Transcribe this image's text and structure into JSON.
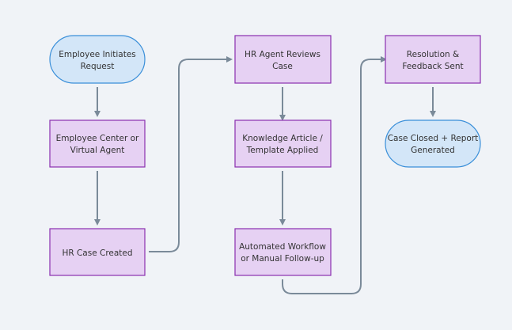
{
  "colors": {
    "background": "#f0f3f7",
    "terminal_fill": "#d3e6f8",
    "terminal_stroke": "#3a8fd9",
    "process_fill": "#e6d1f3",
    "process_stroke": "#8a2fb0",
    "edge": "#7a8a99",
    "text": "#333333"
  },
  "nodes": {
    "employee_initiates": {
      "line1": "Employee Initiates",
      "line2": "Request",
      "shape": "rounded-terminal"
    },
    "employee_center": {
      "line1": "Employee Center or",
      "line2": "Virtual Agent",
      "shape": "rectangle"
    },
    "hr_case_created": {
      "line1": "HR Case Created",
      "shape": "rectangle"
    },
    "hr_agent_reviews": {
      "line1": "HR Agent Reviews",
      "line2": "Case",
      "shape": "rectangle"
    },
    "knowledge_article": {
      "line1": "Knowledge Article /",
      "line2": "Template Applied",
      "shape": "rectangle"
    },
    "automated_workflow": {
      "line1": "Automated Workflow",
      "line2": "or Manual Follow-up",
      "shape": "rectangle"
    },
    "resolution_feedback": {
      "line1": "Resolution &",
      "line2": "Feedback Sent",
      "shape": "rectangle"
    },
    "case_closed": {
      "line1": "Case Closed + Report",
      "line2": "Generated",
      "shape": "rounded-terminal"
    }
  },
  "edges": [
    {
      "from": "employee_initiates",
      "to": "employee_center"
    },
    {
      "from": "employee_center",
      "to": "hr_case_created"
    },
    {
      "from": "hr_case_created",
      "to": "hr_agent_reviews"
    },
    {
      "from": "hr_agent_reviews",
      "to": "knowledge_article"
    },
    {
      "from": "knowledge_article",
      "to": "automated_workflow"
    },
    {
      "from": "automated_workflow",
      "to": "resolution_feedback"
    },
    {
      "from": "resolution_feedback",
      "to": "case_closed"
    }
  ]
}
